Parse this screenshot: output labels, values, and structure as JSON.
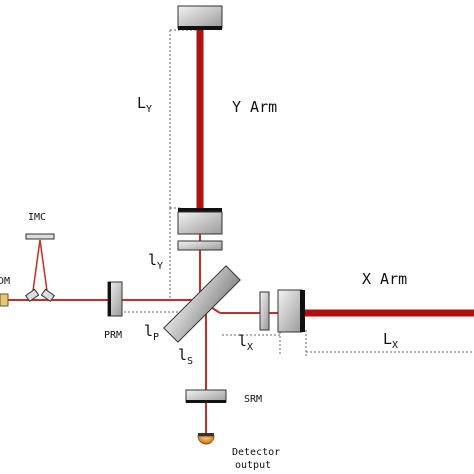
{
  "labels": {
    "y_arm": "Y Arm",
    "x_arm": "X Arm",
    "imc": "IMC",
    "prm": "PRM",
    "srm": "SRM",
    "pdm_fragment": "DM",
    "detector_line1": "Detector",
    "detector_line2": "output"
  },
  "lengths": {
    "ly_big": {
      "main": "L",
      "sub": "Y"
    },
    "lx_big": {
      "main": "L",
      "sub": "X"
    },
    "ly_small": {
      "main": "l",
      "sub": "Y"
    },
    "lx_small": {
      "main": "l",
      "sub": "X"
    },
    "lp": {
      "main": "l",
      "sub": "P"
    },
    "ls": {
      "main": "l",
      "sub": "S"
    }
  },
  "colors": {
    "beam": "#b01010",
    "beam_thin": "#c0302a",
    "mirror_fill": "#d6d6d6",
    "mirror_dark": "#111111",
    "dashed": "#555555",
    "detector": "#d98a2b"
  }
}
